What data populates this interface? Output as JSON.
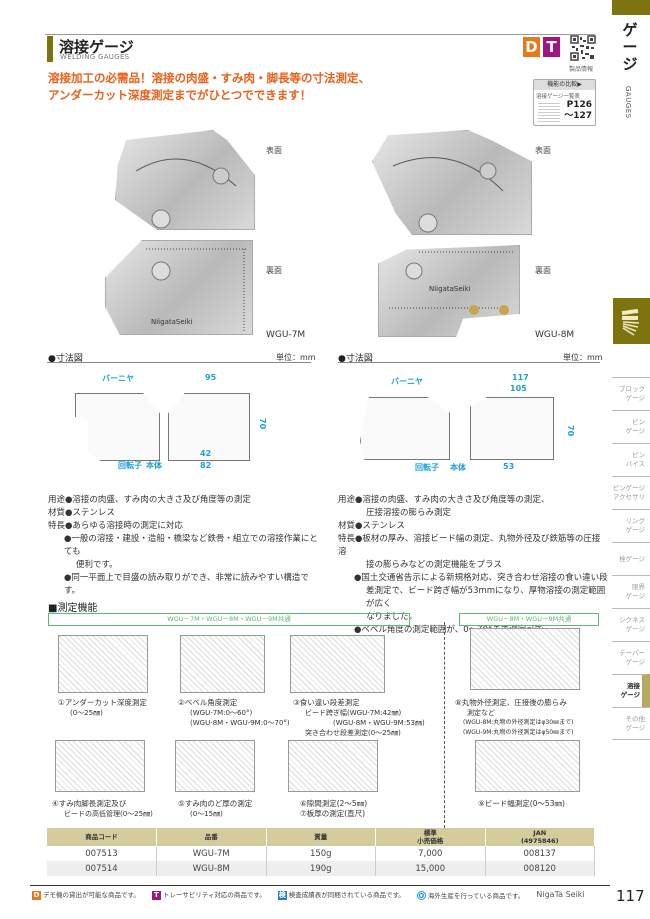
{
  "sidebar": {
    "category_title": "ゲージ",
    "category_en": "GAUGES",
    "items": [
      {
        "label": "ブロック\nゲージ",
        "active": false
      },
      {
        "label": "ピン\nゲージ",
        "active": false
      },
      {
        "label": "ピン\nバイス",
        "active": false
      },
      {
        "label": "ピンゲージ\nアクセサリ",
        "active": false
      },
      {
        "label": "リング\nゲージ",
        "active": false
      },
      {
        "label": "栓ゲージ",
        "active": false
      },
      {
        "label": "限界\nゲージ",
        "active": false
      },
      {
        "label": "シクネス\nゲージ",
        "active": false
      },
      {
        "label": "テーパー\nゲージ",
        "active": false
      },
      {
        "label": "溶接\nゲージ",
        "active": true
      },
      {
        "label": "その他\nゲージ",
        "active": false
      }
    ]
  },
  "header": {
    "title": "溶接ゲージ",
    "title_en": "WELDING GAUGES",
    "catch_line1": "溶接加工の必需品！溶接の肉盛・すみ肉・脚長等の寸法測定、",
    "catch_line2": "アンダーカット深度測定までがひとつでできます！",
    "badge_d": "D",
    "badge_t": "T",
    "qr_label": "製品情報",
    "compare_head": "機能の比較▶",
    "compare_sub": "溶接ゲージ一覧表",
    "compare_page1": "P126",
    "compare_page2": "～127"
  },
  "products": {
    "left": {
      "front_label": "表面",
      "back_label": "裏面",
      "model": "WGU-7M"
    },
    "right": {
      "front_label": "表面",
      "back_label": "裏面",
      "model": "WGU-8M"
    }
  },
  "dimensions": {
    "left": {
      "heading": "●寸法図",
      "unit": "単位：mm",
      "vernier": "バーニヤ",
      "rotor": "回転子",
      "body": "本体",
      "dims": [
        "95",
        "70",
        "42",
        "82"
      ]
    },
    "right": {
      "heading": "●寸法図",
      "unit": "単位：mm",
      "vernier": "バーニヤ",
      "rotor": "回転子",
      "body": "本体",
      "dims": [
        "117",
        "105",
        "70",
        "53"
      ]
    }
  },
  "specs": {
    "left": [
      "用途●溶接の肉盛、すみ肉の大きさ及び角度等の測定",
      "材質●ステンレス",
      "特長●あらゆる溶接時の測定に対応",
      "●一般の溶接・建設・造船・橋梁など鉄骨・組立での溶接作業にとても",
      "便利です。",
      "●同一平面上で目盛の読み取りができ、非常に読みやすい構造です。"
    ],
    "right": [
      "用途●溶接の肉盛、すみ肉の大きさ及び角度等の測定、",
      "圧接溶接の膨らみ測定",
      "材質●ステンレス",
      "特長●板材の厚み、溶接ビード幅の測定、丸物外径及び鉄筋等の圧接溶",
      "接の膨らみなどの測定機能をプラス",
      "●国土交通省告示による新規格対応、突き合わせ溶接の食い違い段",
      "差測定で、ビード跨ぎ幅が53mmになり、厚物溶接の測定範囲が広く",
      "なりました。",
      "●ベベル角度の測定範囲が、0～70°まで測定可能"
    ]
  },
  "functions": {
    "title": "■測定機能",
    "band_common": "WGU－7M・WGU－8M・WGU－9M共通",
    "band_89": "WGU－8M・WGU－9M共通",
    "items": [
      {
        "l1": "①アンダーカット深度測定",
        "l2": "(0～25㎜)",
        "l3": "",
        "l4": ""
      },
      {
        "l1": "②ベベル角度測定",
        "l2": "(WGU-7M:0～60°)",
        "l3": "(WGU-8M・WGU-9M:0～70°)",
        "l4": ""
      },
      {
        "l1": "③食い違い段差測定",
        "l2": "ビード跨ぎ幅(WGU-7M:42㎜)",
        "l3": "(WGU-8M・WGU-9M:53㎜)",
        "l4": "突き合わせ段差測定(0～25㎜)"
      },
      {
        "l1": "⑧丸物外径測定、圧接後の膨らみ",
        "l2": "測定など",
        "l3": "(WGU-8M:丸物の外径測定はφ30㎜まで)",
        "l4": "(WGU-9M:丸物の外径測定はφ50㎜まで)"
      },
      {
        "l1": "④すみ肉脚長測定及び",
        "l2": "ビードの高低管理(0～25㎜)",
        "l3": "",
        "l4": ""
      },
      {
        "l1": "⑤すみ肉のど厚の測定",
        "l2": "(0～15㎜)",
        "l3": "",
        "l4": ""
      },
      {
        "l1": "⑥隙間測定(2～5㎜)",
        "l2": "⑦板厚の測定(直尺)",
        "l3": "",
        "l4": ""
      },
      {
        "l1": "⑨ビード幅測定(0～53㎜)",
        "l2": "",
        "l3": "",
        "l4": ""
      }
    ]
  },
  "table": {
    "headers": [
      "商品コード",
      "品番",
      "質量",
      "標準\n小売価格",
      "JAN\n(4975846)"
    ],
    "rows": [
      [
        "007513",
        "WGU-7M",
        "150g",
        "7,000",
        "008137"
      ],
      [
        "007514",
        "WGU-8M",
        "190g",
        "15,000",
        "008120"
      ]
    ]
  },
  "footer": {
    "note_d": "デモ機の貸出が可能な商品です。",
    "note_t": "トレーサビリティ対応の商品です。",
    "note_k": "検査成績表が同梱されている商品です。",
    "note_o": "海外生産を行っている商品です。",
    "brand": "NigaTa Seiki",
    "icon_d": "D",
    "icon_t": "T",
    "icon_k": "検",
    "icon_o": "O",
    "page_number": "117"
  },
  "colors": {
    "accent_olive": "#7d7410",
    "catch_orange": "#e8611a",
    "badge_orange": "#e8781c",
    "badge_purple": "#a0157f",
    "dim_blue": "#1a9fd6",
    "func_green": "#5cba74",
    "table_head": "#d4cc9c"
  }
}
